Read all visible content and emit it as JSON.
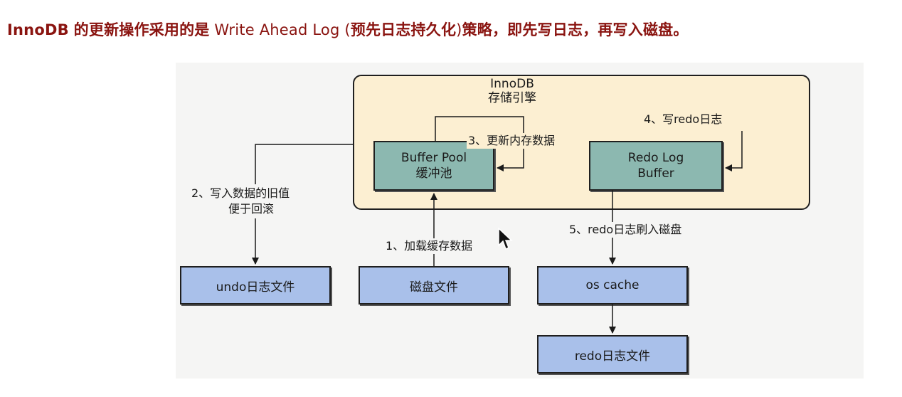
{
  "heading": {
    "part1": "InnoDB",
    "part2": "的更新操作采用的是",
    "part3": "Write Ahead Log (",
    "part4": "预先日志持久化",
    "part5": ")",
    "part6": "策略，即先写日志，再写入磁盘。"
  },
  "engine": {
    "line1": "InnoDB",
    "line2": "存储引擎"
  },
  "buffer_pool": {
    "line1": "Buffer Pool",
    "line2": "缓冲池"
  },
  "redo_log_buffer": {
    "line1": "Redo Log",
    "line2": "Buffer"
  },
  "files": {
    "undo": "undo日志文件",
    "disk": "磁盘文件",
    "os_cache": "os cache",
    "redo": "redo日志文件"
  },
  "steps": {
    "step1": "1、加载缓存数据",
    "step2_line1": "2、写入数据的旧值",
    "step2_line2": "便于回滚",
    "step3": "3、更新内存数据",
    "step4": "4、写redo日志",
    "step5": "5、redo日志刷入磁盘"
  },
  "colors": {
    "heading": "#8a1410",
    "engine_fill": "#fcefd2",
    "memory_box": "#8cb8b0",
    "file_box": "#a9c0ea"
  },
  "icons": [
    "arrow-cursor-icon"
  ]
}
